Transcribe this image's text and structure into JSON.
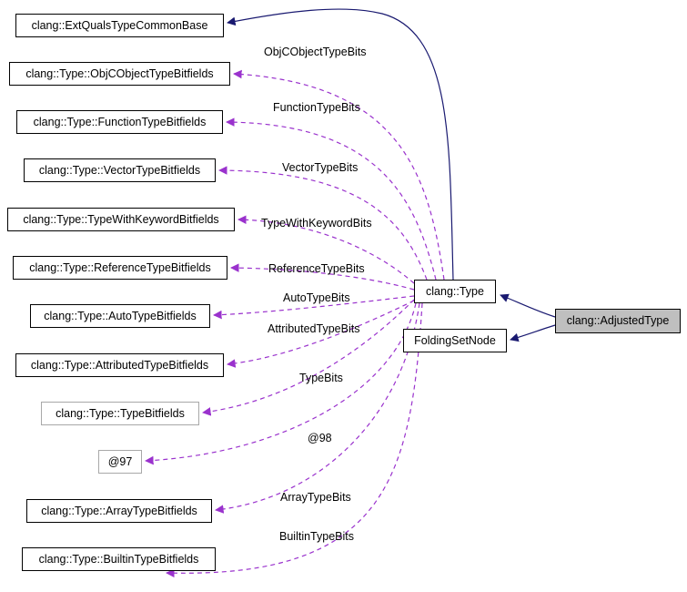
{
  "colors": {
    "edge-usage": "#9a32cd",
    "edge-inherit": "#191970",
    "node-border": "#000000",
    "node-muted-border": "#a8a8a8",
    "highlight-bg": "#bfbfbf",
    "background": "#ffffff"
  },
  "nodes": {
    "ext_quals": {
      "label": "clang::ExtQualsTypeCommonBase"
    },
    "objc_object": {
      "label": "clang::Type::ObjCObjectTypeBitfields"
    },
    "function": {
      "label": "clang::Type::FunctionTypeBitfields"
    },
    "vector": {
      "label": "clang::Type::VectorTypeBitfields"
    },
    "type_with_keyword": {
      "label": "clang::Type::TypeWithKeywordBitfields"
    },
    "reference": {
      "label": "clang::Type::ReferenceTypeBitfields"
    },
    "auto": {
      "label": "clang::Type::AutoTypeBitfields"
    },
    "attributed": {
      "label": "clang::Type::AttributedTypeBitfields"
    },
    "type_bitfields": {
      "label": "clang::Type::TypeBitfields"
    },
    "anon97": {
      "label": "@97"
    },
    "array": {
      "label": "clang::Type::ArrayTypeBitfields"
    },
    "builtin": {
      "label": "clang::Type::BuiltinTypeBitfields"
    },
    "clang_type": {
      "label": "clang::Type"
    },
    "folding_set_node": {
      "label": "FoldingSetNode"
    },
    "adjusted_type": {
      "label": "clang::AdjustedType"
    }
  },
  "edge_labels": {
    "objc_object_bits": "ObjCObjectTypeBits",
    "function_bits": "FunctionTypeBits",
    "vector_bits": "VectorTypeBits",
    "type_with_keyword_bits": "TypeWithKeywordBits",
    "reference_bits": "ReferenceTypeBits",
    "auto_bits": "AutoTypeBits",
    "attributed_bits": "AttributedTypeBits",
    "type_bits": "TypeBits",
    "anon98": "@98",
    "array_bits": "ArrayTypeBits",
    "builtin_bits": "BuiltinTypeBits"
  }
}
